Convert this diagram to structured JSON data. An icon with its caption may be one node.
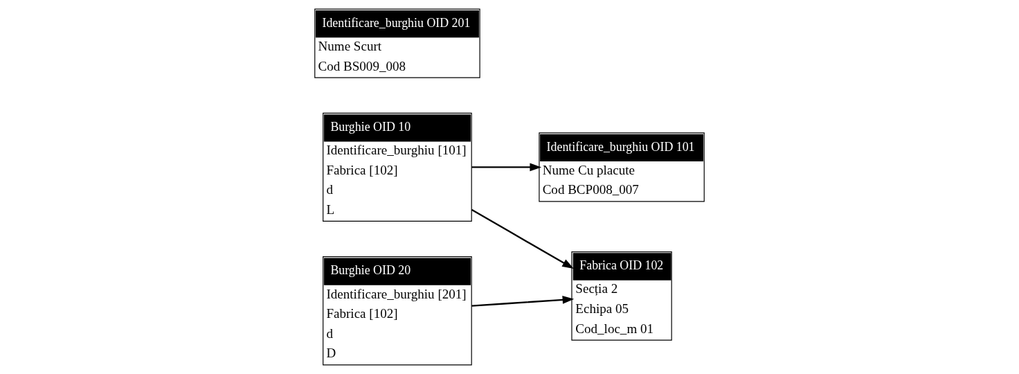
{
  "diagram": {
    "nodes": [
      {
        "text": [
          "Identificare_burghiu OID 101",
          "Nume Cu placute",
          "Cod BCP008_007"
        ]
      },
      {
        "text": [
          "Identificare_burghiu OID 201",
          "Nume Scurt",
          "Cod BS009_008"
        ]
      },
      {
        "text": [
          "Burghie OID 10",
          "Identificare_burghiu [101]",
          "Fabrica [102]",
          "d",
          "L"
        ]
      },
      {
        "text": [
          "Fabrica OID 102",
          "Secția 2",
          "Echipa 05",
          "Cod_loc_m 01"
        ]
      },
      {
        "text": [
          "Burghie OID 20",
          "Identificare_burghiu [201]",
          "Fabrica [102]",
          "d",
          "D"
        ]
      }
    ],
    "edges": [
      {
        "from": 2,
        "to": 0,
        "arrow": "to"
      },
      {
        "from": 2,
        "to": 3,
        "arrow": "to"
      },
      {
        "from": 4,
        "to": 3,
        "arrow": "to"
      }
    ]
  }
}
